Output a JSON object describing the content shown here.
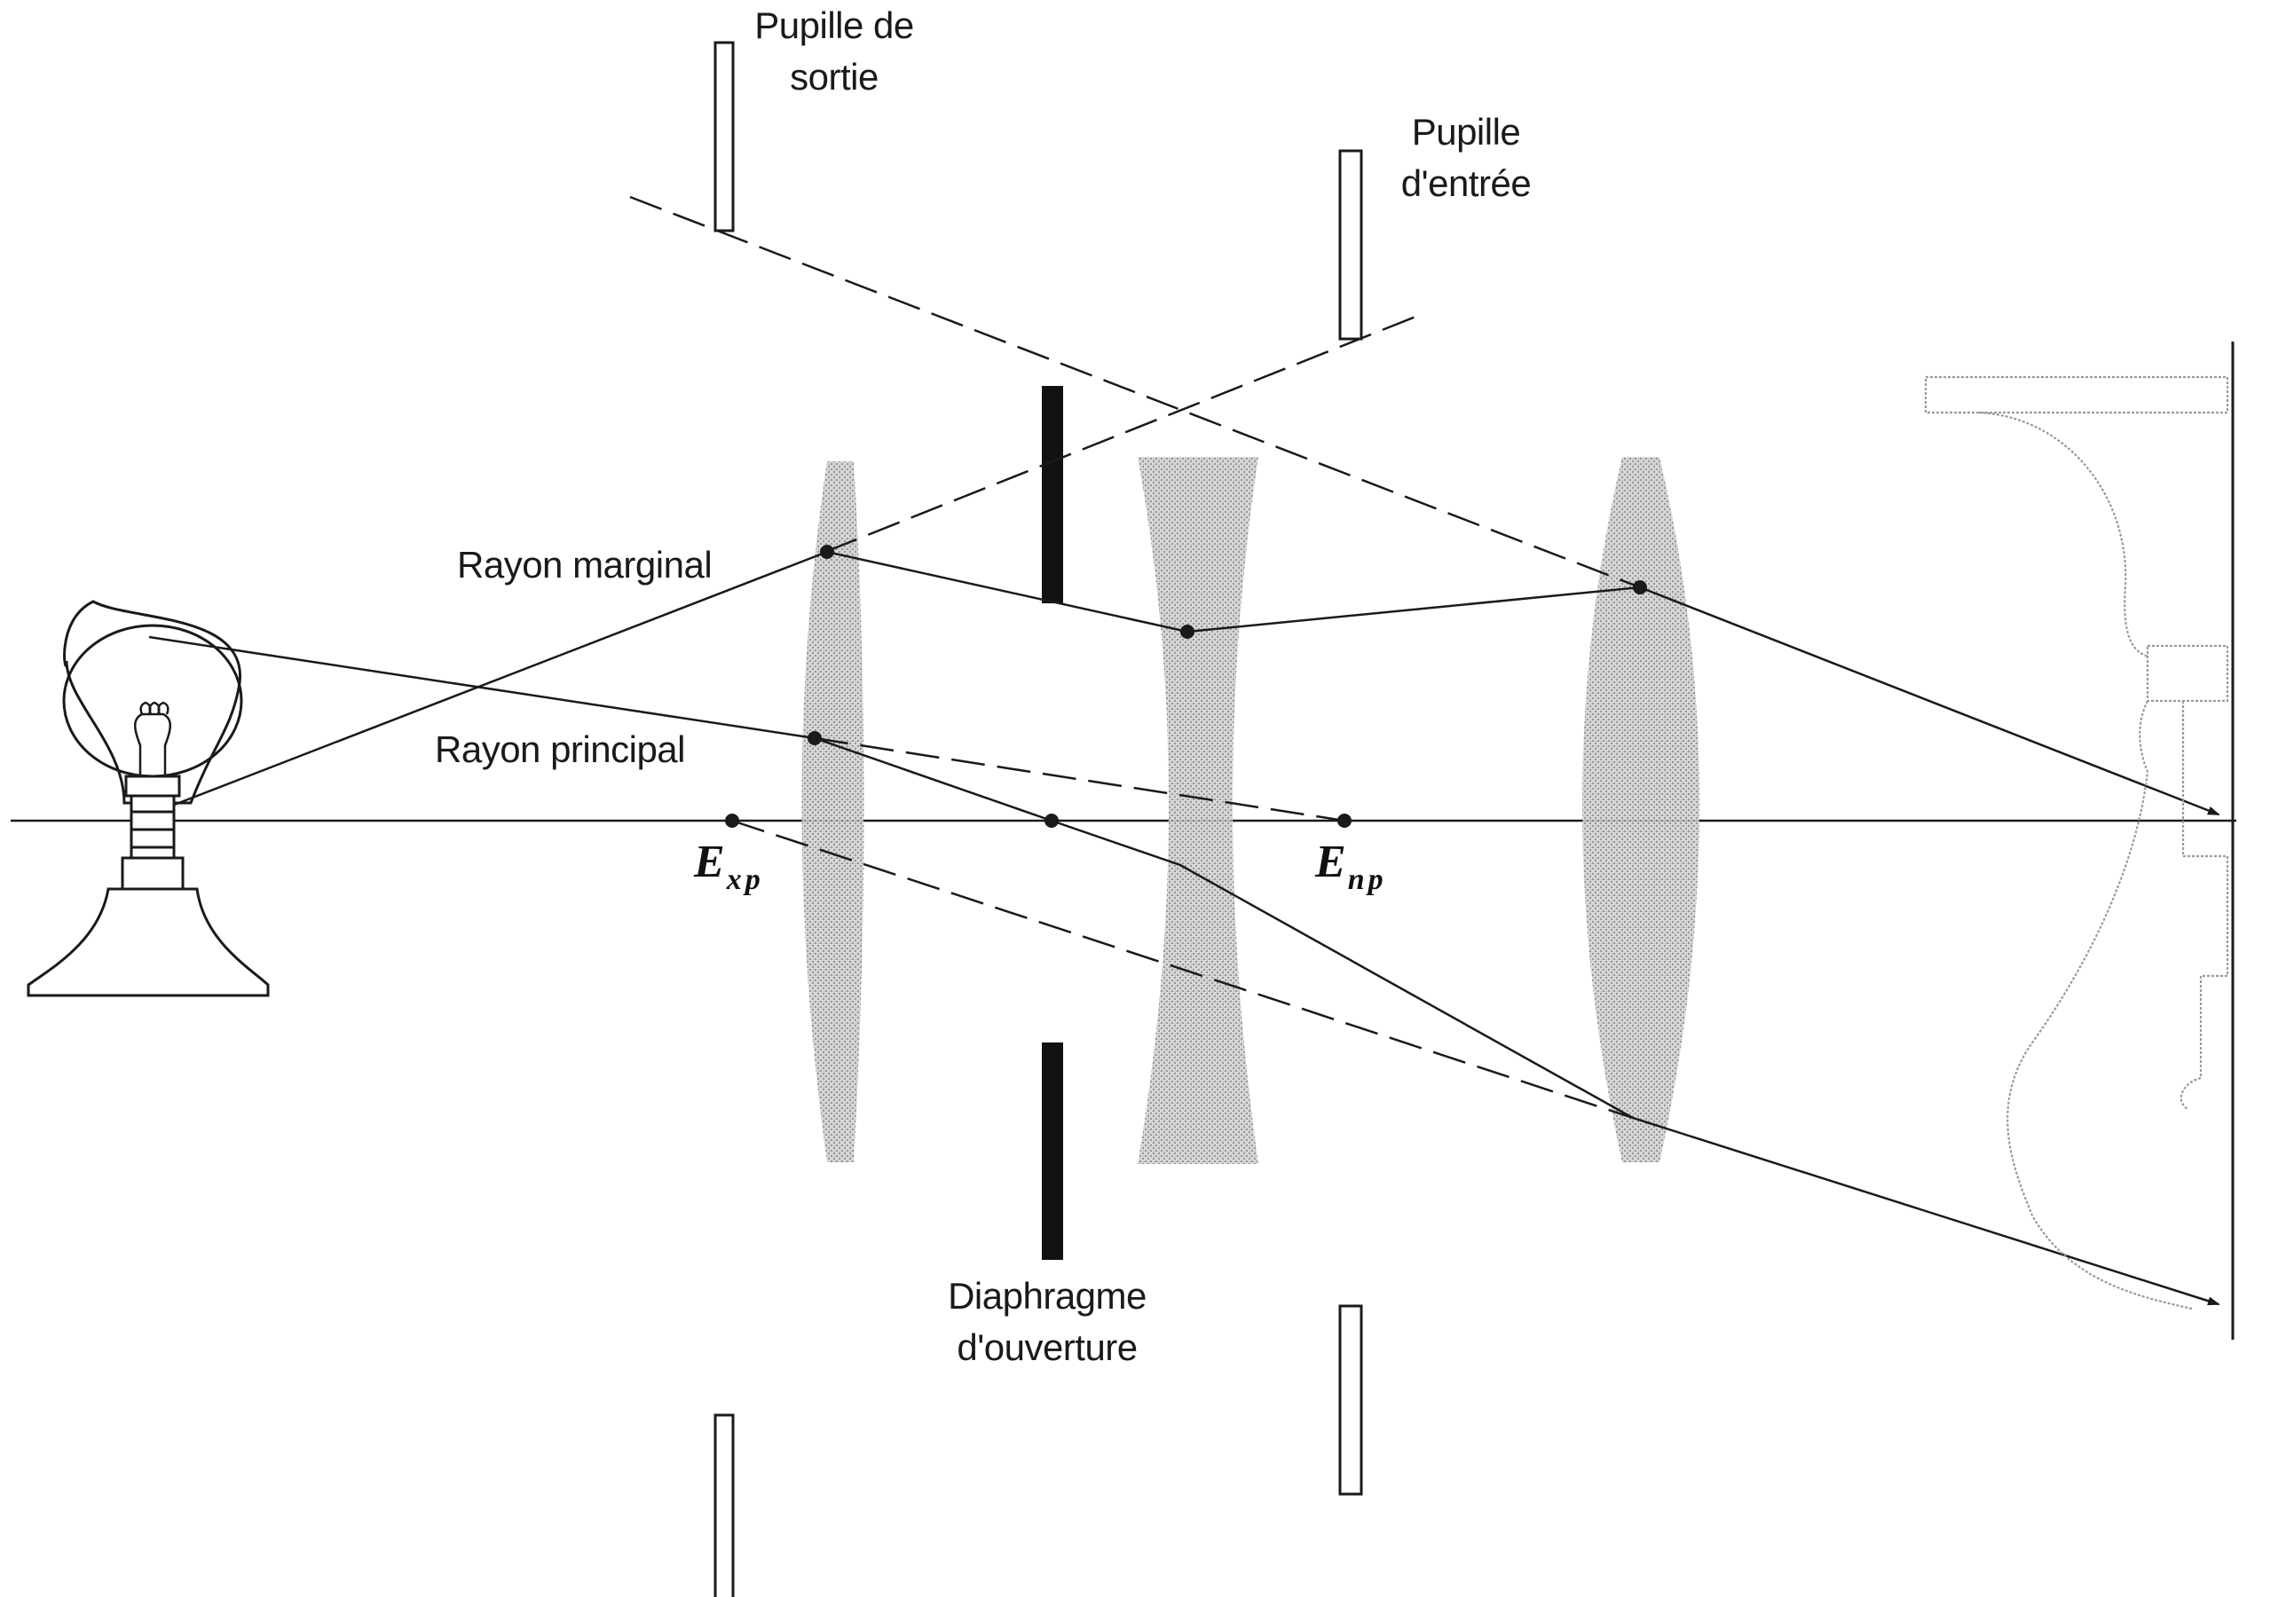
{
  "labels": {
    "exit_pupil_line1": "Pupille de",
    "exit_pupil_line2": "sortie",
    "entrance_pupil_line1": "Pupille",
    "entrance_pupil_line2": "d'entrée",
    "marginal_ray": "Rayon marginal",
    "chief_ray": "Rayon principal",
    "aperture_stop_line1": "Diaphragme",
    "aperture_stop_line2": "d'ouverture",
    "exp_main": "E",
    "exp_sub": "xp",
    "enp_main": "E",
    "enp_sub": "np"
  },
  "colors": {
    "line": "#1a1a1a",
    "lens_fill": "#b9b9b9",
    "stop_fill": "#111111",
    "image_outline": "#9a9a9a"
  }
}
